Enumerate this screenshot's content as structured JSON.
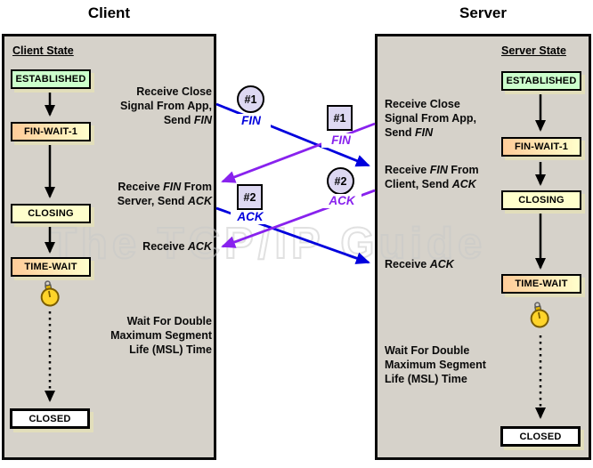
{
  "watermark": "The TCP/IP Guide",
  "client": {
    "title": "Client",
    "state_header": "Client State",
    "states": {
      "established": "ESTABLISHED",
      "fin_wait_1": "FIN-WAIT-1",
      "closing": "CLOSING",
      "time_wait": "TIME-WAIT",
      "closed": "CLOSED"
    }
  },
  "server": {
    "title": "Server",
    "state_header": "Server State",
    "states": {
      "established": "ESTABLISHED",
      "fin_wait_1": "FIN-WAIT-1",
      "closing": "CLOSING",
      "time_wait": "TIME-WAIT",
      "closed": "CLOSED"
    }
  },
  "annotations": {
    "client_close": [
      [
        {
          "t": "Receive Close"
        }
      ],
      [
        {
          "t": "Signal From App,"
        }
      ],
      [
        {
          "t": "Send "
        },
        {
          "t": "FIN",
          "i": true
        }
      ]
    ],
    "client_recvfin": [
      [
        {
          "t": "Receive "
        },
        {
          "t": "FIN",
          "i": true
        },
        {
          "t": " From"
        }
      ],
      [
        {
          "t": "Server, Send "
        },
        {
          "t": "ACK",
          "i": true
        }
      ]
    ],
    "client_recvack": [
      [
        {
          "t": "Receive "
        },
        {
          "t": "ACK",
          "i": true
        }
      ]
    ],
    "client_wait": [
      [
        {
          "t": "Wait For Double"
        }
      ],
      [
        {
          "t": "Maximum Segment"
        }
      ],
      [
        {
          "t": "Life (MSL) Time"
        }
      ]
    ],
    "server_close": [
      [
        {
          "t": "Receive Close"
        }
      ],
      [
        {
          "t": "Signal From App,"
        }
      ],
      [
        {
          "t": "Send "
        },
        {
          "t": "FIN",
          "i": true
        }
      ]
    ],
    "server_recvfin": [
      [
        {
          "t": "Receive "
        },
        {
          "t": "FIN",
          "i": true
        },
        {
          "t": " From"
        }
      ],
      [
        {
          "t": "Client, Send "
        },
        {
          "t": "ACK",
          "i": true
        }
      ]
    ],
    "server_recvack": [
      [
        {
          "t": "Receive "
        },
        {
          "t": "ACK",
          "i": true
        }
      ]
    ],
    "server_wait": [
      [
        {
          "t": "Wait For Double"
        }
      ],
      [
        {
          "t": "Maximum Segment"
        }
      ],
      [
        {
          "t": "Life (MSL) Time"
        }
      ]
    ]
  },
  "messages": {
    "client_fin": {
      "badge": "#1",
      "label": "FIN"
    },
    "server_fin": {
      "badge": "#1",
      "label": "FIN"
    },
    "server_ack": {
      "badge": "#2",
      "label": "ACK"
    },
    "client_ack": {
      "badge": "#2",
      "label": "ACK"
    }
  },
  "colors": {
    "client_message_color": "#0000DD",
    "server_message_color": "#8822EE",
    "badge_fill": "#DDD8F2",
    "panel_bg": "#D6D2CA",
    "box_shadow": "#E2DEBB",
    "state_green": "#CCFFCC",
    "state_orange": "#FFCC99",
    "state_yellow": "#FFFFCC"
  }
}
